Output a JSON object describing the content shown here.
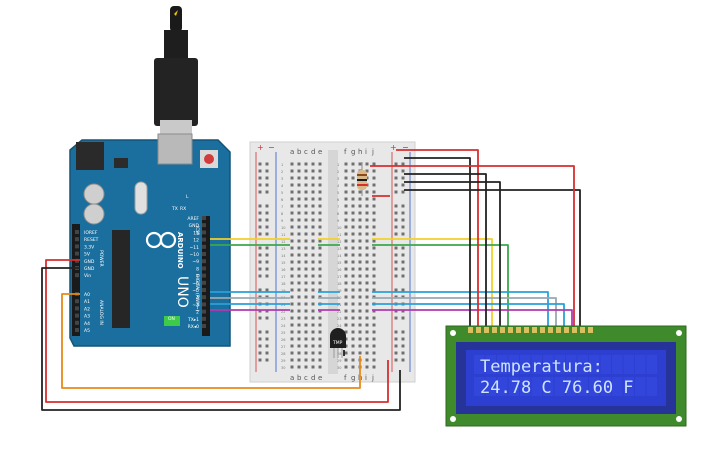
{
  "arduino": {
    "board_name": "UNO",
    "brand": "ARDUINO",
    "digital_header_label": "DIGITAL (PWM~)",
    "analog_header_label": "ANALOG IN",
    "power_header_label": "POWER",
    "icsp_label": "ICSP",
    "on_label": "ON",
    "tx_label": "TX",
    "rx_label": "RX",
    "l_label": "L",
    "power_pins": [
      "IOREF",
      "RESET",
      "3.3V",
      "5V",
      "GND",
      "GND",
      "Vin"
    ],
    "analog_pins": [
      "A0",
      "A1",
      "A2",
      "A3",
      "A4",
      "A5"
    ],
    "digital_pins": [
      "AREF",
      "GND",
      "13",
      "12",
      "~11",
      "~10",
      "~9",
      "8",
      "7",
      "~6",
      "~5",
      "4",
      "~3",
      "2",
      "TX▸1",
      "RX◂0"
    ]
  },
  "breadboard": {
    "column_letters_left": [
      "a",
      "b",
      "c",
      "d",
      "e"
    ],
    "column_letters_right": [
      "f",
      "g",
      "h",
      "i",
      "j"
    ],
    "rail_plus": "+",
    "rail_minus": "−",
    "row_count": 30
  },
  "sensor": {
    "label": "TMP"
  },
  "lcd": {
    "line1": "Temperatura:",
    "line2": "24.78 C 76.60 F",
    "pin_count": 16
  },
  "wires": {
    "red": "#d62f2f",
    "black": "#222222",
    "yellow": "#f2d12a",
    "green": "#3aa84a",
    "blue": "#2aa0d8",
    "gray": "#9aa8b0",
    "purple": "#b03ab0",
    "orange": "#e88a1a"
  },
  "colors": {
    "board": "#1b6f9e",
    "lcd_pcb": "#3f8a2a",
    "lcd_screen": "#2c3fd0",
    "lcd_text": "#cfe3ff"
  }
}
